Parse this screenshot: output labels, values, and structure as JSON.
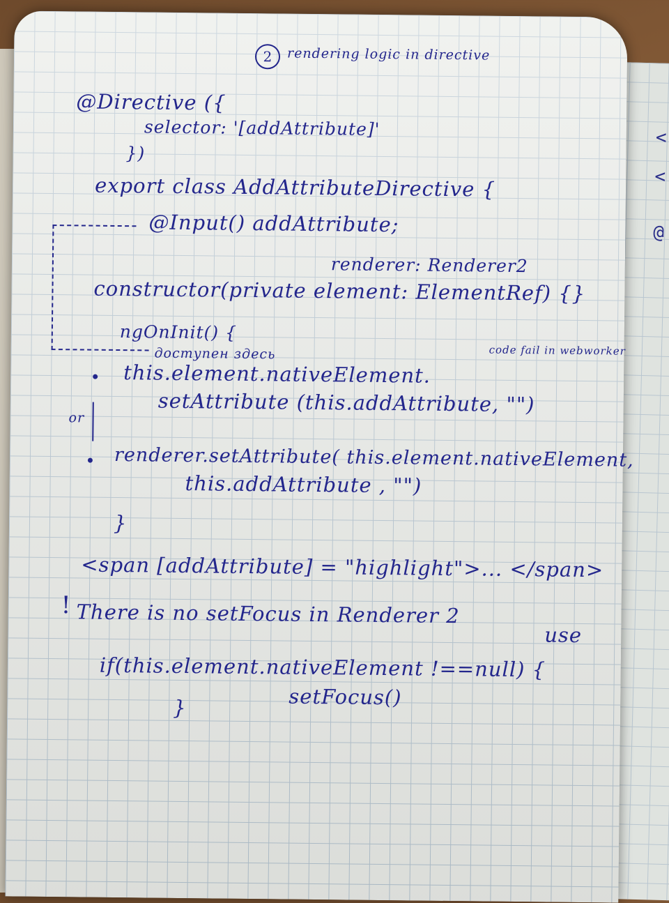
{
  "heading": {
    "number": "2",
    "title": "rendering logic in directive"
  },
  "code": {
    "decorator": "@Directive ({",
    "selector": "selector: '[addAttribute]'",
    "decorator_close": "})",
    "class_decl": "export class AddAttributeDirective {",
    "input": "@Input() addAttribute;",
    "ctor_renderer": "renderer: Renderer2",
    "ctor_line": "constructor(private element: ElementRef) {}",
    "ng_on_init": "ngOnInit() {",
    "handwritten_note": "доступен здесь",
    "bullet1_line1": "this.element.nativeElement.",
    "bullet1_line2": "setAttribute (this.addAttribute, \"\")",
    "or_label": "or",
    "side_note": "code fail in webworker",
    "bullet2_line1": "renderer.setAttribute( this.element.nativeElement,",
    "bullet2_line2": "this.addAttribute , \"\")",
    "close_brace": "}",
    "span_example": "<span [addAttribute] = \"highlight\">... </span>",
    "warning": "There is no setFocus in Renderer 2",
    "use_label": "use",
    "if_line": "if(this.element.nativeElement !==null) {",
    "set_focus": "setFocus()",
    "if_close": "}"
  },
  "right_page_marks": [
    "<",
    "<",
    "@"
  ]
}
